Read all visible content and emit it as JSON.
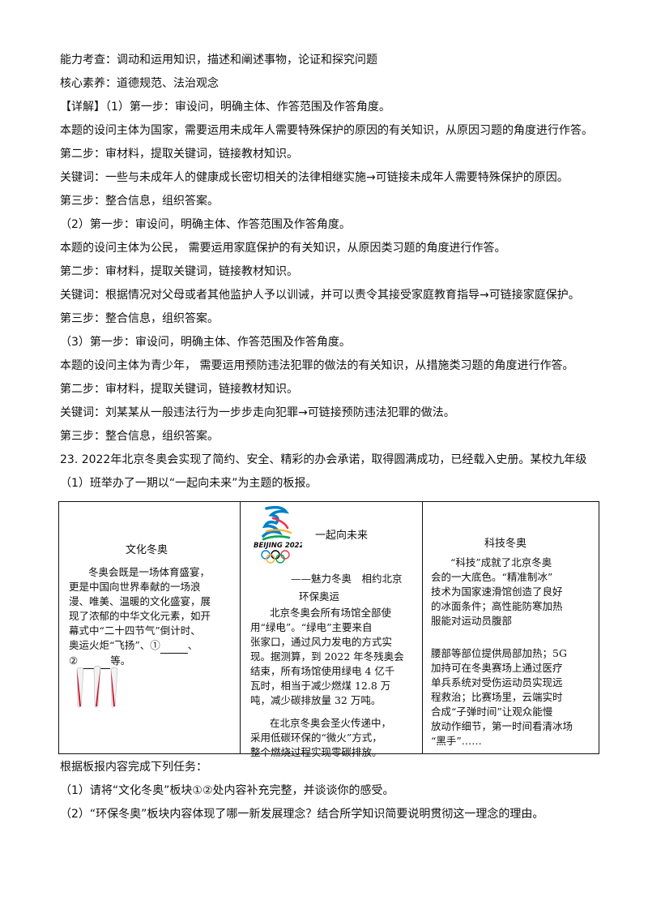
{
  "doc": {
    "l1": "能力考查：调动和运用知识，描述和阐述事物，论证和探究问题",
    "l2": "核心素养：道德规范、法治观念",
    "l3": "【详解】（1）第一步：审设问，明确主体、作答范围及作答角度。",
    "l4": "本题的设问主体为国家，需要运用未成年人需要特殊保护的原因的有关知识，从原因习题的角度进行作答。",
    "l5": "第二步：审材料，提取关键词，链接教材知识。",
    "l6": "关键词：一些与未成年人的健康成长密切相关的法律相继实施→可链接未成年人需要特殊保护的原因。",
    "l7": "第三步：整合信息，组织答案。",
    "l8": "（2）第一步：审设问，明确主体、作答范围及作答角度。",
    "l9": "本题的设问主体为公民， 需要运用家庭保护的有关知识，从原因类习题的角度进行作答。",
    "l10": "第二步：审材料，提取关键词，链接教材知识。",
    "l11": "关键词：根据情况对父母或者其他监护人予以训诫，并可以责令其接受家庭教育指导→可链接家庭保护。",
    "l12": "第三步：整合信息，组织答案。",
    "l13": "（3）第一步：审设问，明确主体、作答范围及作答角度。",
    "l14": "本题的设问主体为青少年， 需要运用预防违法犯罪的做法的有关知识，从措施类习题的角度进行作答。",
    "l15": "第二步：审材料，提取关键词，链接教材知识。",
    "l16": "关键词：刘某某从一般违法行为一步步走向犯罪→可链接预防违法犯罪的做法。",
    "l17": "第三步：整合信息，组织答案。",
    "l18": "23. 2022年北京冬奥会实现了简约、安全、精彩的办会承诺，取得圆满成功，已经载入史册。某校九年级",
    "l19": "（1）班举办了一期以“一起向未来”为主题的板报。",
    "after1": "根据板报内容完成下列任务：",
    "after2": "（1）请将“文化冬奥”板块①②处内容补充完整，并谈谈你的感受。",
    "after3": "（2）“环保冬奥”板块内容体现了哪一新发展理念？结合所学知识简要说明贯彻这一理念的理由。"
  },
  "board": {
    "culture": {
      "title": "文化冬奥",
      "p1": "冬奥会既是一场体育盛宴，",
      "p2": "更是中国向世界奉献的一场浪",
      "p3": "漫、唯美、温暖的文化盛宴，展",
      "p4": "现了浓郁的中华文化元素，如开",
      "p5": "幕式中“二十四节气”倒计时、",
      "p6a": "奥运火炬“飞扬”、①",
      "p6b": "、",
      "p7a": "②",
      "p7b": "等。"
    },
    "eco": {
      "logo_text": "BEIJING 2022",
      "slogan": "一起向未来",
      "sub1": "——魅力冬奥　相约北京",
      "title": "环保奥运",
      "p1": "北京冬奥会所有场馆全部使",
      "p2": "用“绿电”。“绿电”主要来自",
      "p3": "张家口，通过风力发电的方式实",
      "p4": "现。据测算，到 2022 年冬残奥会",
      "p5": "结束，所有场馆使用绿电 4 亿千",
      "p6": "瓦时，相当于减少燃煤 12.8 万",
      "p7": "吨，减少碳排放量 32 万吨。",
      "p8": "在北京冬奥会圣火传递中，",
      "p9": "采用低碳环保的“微火”方式，",
      "p10": "整个燃烧过程实现零碳排放。"
    },
    "tech": {
      "title": "科技冬奥",
      "p1": "“科技”成就了北京冬奥",
      "p2": "会的一大底色。“精准制冰”",
      "p3": "技术为国家速滑馆创造了良好",
      "p4": "的冰面条件；高性能防寒加热",
      "p5": "服能对运动员腹部",
      "p6": "腰部等部位提供局部加热；5G",
      "p7": "加持可在冬奥赛场上通过医疗",
      "p8": "单兵系统对受伤运动员实现远",
      "p9": "程救治；比赛场里，云端实时",
      "p10": "合成“子弹时间”让观众能慢",
      "p11": "放动作细节，第一时间看清冰场",
      "p12": "“黑手”……"
    }
  },
  "colors": {
    "ring_blue": "#0081c8",
    "ring_yellow": "#fcb131",
    "ring_black": "#000000",
    "ring_green": "#00a651",
    "ring_red": "#ee334e",
    "torch_red": "#c8102e"
  }
}
